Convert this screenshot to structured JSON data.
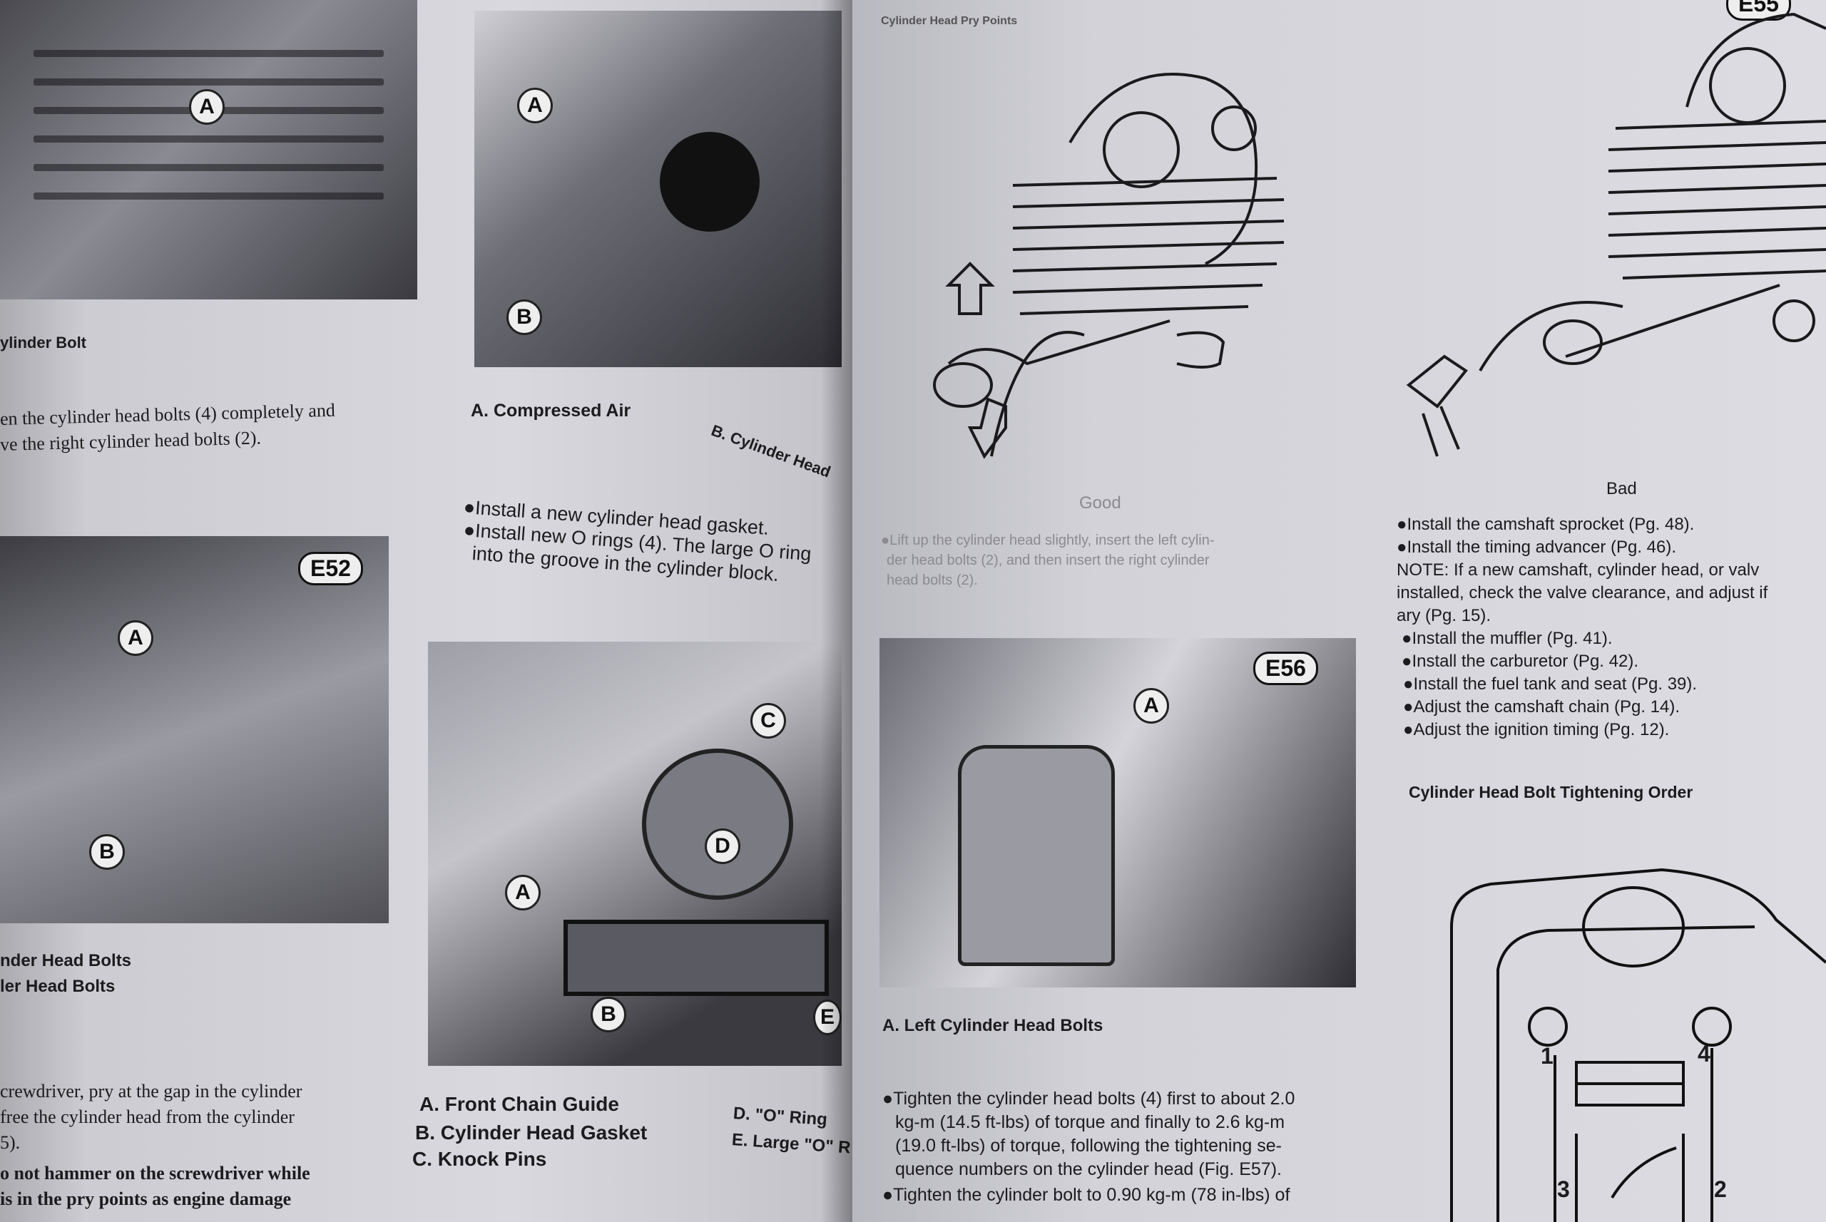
{
  "left_page": {
    "fig_label": "E52",
    "top_caption": "ylinder Bolt",
    "para1": [
      "en the cylinder head bolts (4) completely and",
      "ve the right cylinder head bolts (2)."
    ],
    "caption_e52": [
      "nder Head Bolts",
      "ler Head Bolts"
    ],
    "para2": [
      "crewdriver, pry at the gap in the cylinder",
      "free the cylinder head from the cylinder",
      "5)."
    ],
    "para3": [
      "o not hammer on the screwdriver while",
      "is in the pry points as engine damage"
    ],
    "photo_air_caption_a": "A. Compressed Air",
    "photo_air_caption_b": "B. Cylinder Head",
    "steps": [
      "●Install a new cylinder head gasket.",
      "●Install new O rings (4). The large O ring",
      "into the groove in the cylinder block."
    ],
    "gasket_captions": [
      "A. Front Chain Guide",
      "B. Cylinder Head Gasket",
      "C. Knock Pins"
    ],
    "gasket_captions_right": [
      "D. \"O\" Ring",
      "E. Large \"O\" R"
    ],
    "callouts": {
      "a": "A",
      "b": "B",
      "c": "C",
      "d": "D",
      "e": "E"
    }
  },
  "right_page": {
    "heading": "Cylinder Head Pry Points",
    "good_label": "Good",
    "bad_label": "Bad",
    "corner_tag": "E55",
    "pry_text": [
      "●Lift up the cylinder head slightly, insert the left cylin-",
      "der head bolts (2), and then insert the right cylinder",
      "head bolts (2)."
    ],
    "fig_label": "E56",
    "e56_caption": "A. Left Cylinder Head Bolts",
    "install_steps": [
      "●Install the camshaft sprocket (Pg. 48).",
      "●Install the timing advancer (Pg. 46).",
      "NOTE:  If a new camshaft, cylinder head, or valv",
      "installed, check the valve clearance, and adjust if",
      "ary (Pg. 15).",
      "●Install the muffler (Pg. 41).",
      "●Install the carburetor (Pg. 42).",
      "●Install the fuel tank and seat (Pg. 39).",
      "●Adjust the camshaft chain (Pg. 14).",
      "●Adjust the ignition timing (Pg. 12)."
    ],
    "order_heading": "Cylinder Head Bolt Tightening Order",
    "torque_text": [
      "●Tighten the cylinder head bolts (4) first to about 2.0",
      "kg-m (14.5 ft-lbs) of torque and finally to 2.6 kg-m",
      "(19.0 ft-lbs) of torque, following the tightening se-",
      "quence numbers on the cylinder head (Fig. E57).",
      "●Tighten the cylinder bolt to 0.90 kg-m (78 in-lbs) of"
    ],
    "order_numbers": [
      "1",
      "4",
      "3",
      "2"
    ]
  }
}
